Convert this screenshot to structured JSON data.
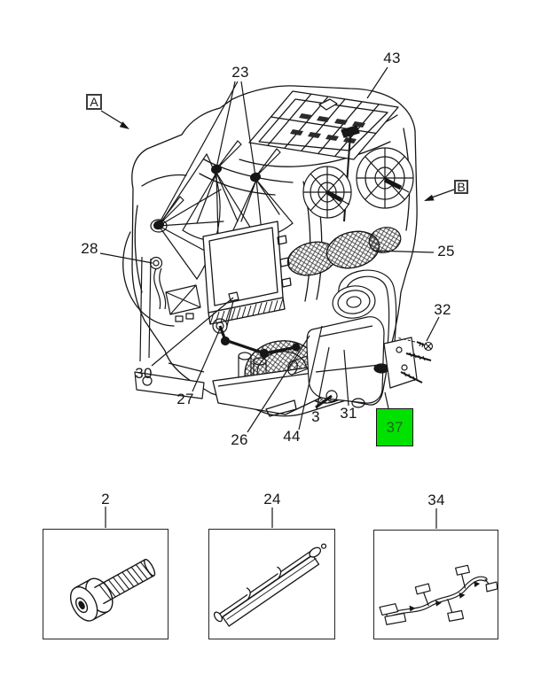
{
  "diagram": {
    "kind": "exploded-parts-view",
    "subject": "hvac-housing-assembly",
    "line_color": "#161616",
    "background_color": "#ffffff",
    "highlight_color": "#00e100"
  },
  "view_labels": {
    "a": "A",
    "b": "B"
  },
  "callouts": {
    "c23": "23",
    "c43": "43",
    "c28": "28",
    "c25": "25",
    "c32": "32",
    "c30": "30",
    "c27": "27",
    "c26": "26",
    "c44": "44",
    "c3": "3",
    "c31": "31",
    "c37": "37"
  },
  "detail_parts": [
    {
      "callout": "2",
      "icon": "socket-head-screw-illustration"
    },
    {
      "callout": "24",
      "icon": "seal-strip-rod-illustration"
    },
    {
      "callout": "34",
      "icon": "wiring-harness-illustration"
    }
  ]
}
